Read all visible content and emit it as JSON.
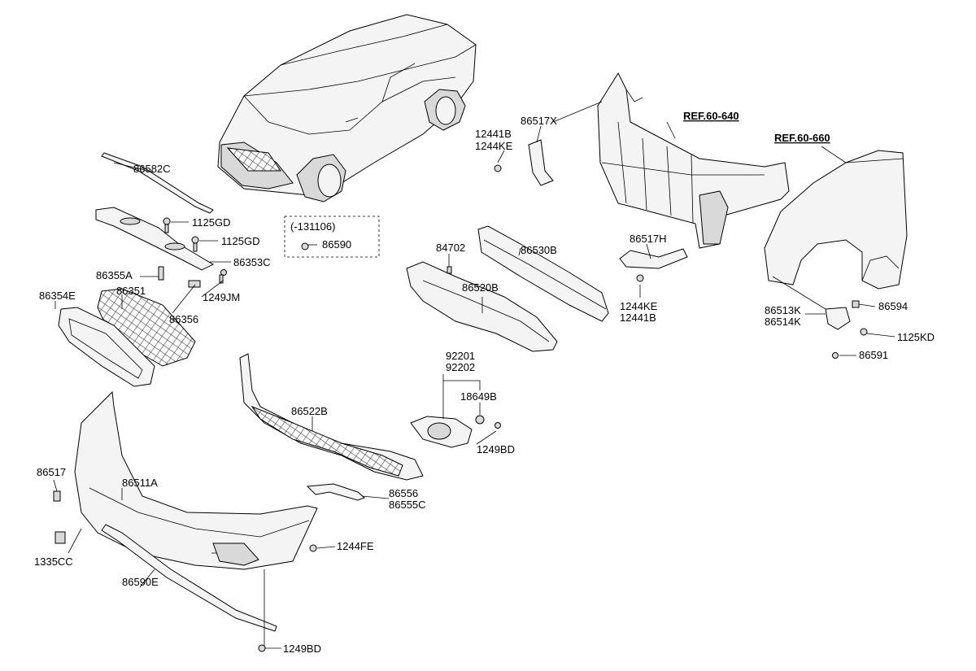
{
  "diagram": {
    "references": [
      {
        "id": "ref-60-640",
        "text": "REF.60-640"
      },
      {
        "id": "ref-60-660",
        "text": "REF.60-660"
      }
    ],
    "callouts": [
      {
        "id": "c86582C",
        "text": "86582C"
      },
      {
        "id": "c1125GD_a",
        "text": "1125GD"
      },
      {
        "id": "c1125GD_b",
        "text": "1125GD"
      },
      {
        "id": "c86353C",
        "text": "86353C"
      },
      {
        "id": "c86355A",
        "text": "86355A"
      },
      {
        "id": "c86351",
        "text": "86351"
      },
      {
        "id": "c86354E",
        "text": "86354E"
      },
      {
        "id": "c1249JM",
        "text": "1249JM"
      },
      {
        "id": "c86356",
        "text": "86356"
      },
      {
        "id": "c131106",
        "text": "(-131106)"
      },
      {
        "id": "c86590",
        "text": "86590"
      },
      {
        "id": "c84702",
        "text": "84702"
      },
      {
        "id": "c86530B",
        "text": "86530B"
      },
      {
        "id": "c86520B",
        "text": "86520B"
      },
      {
        "id": "c12441B_a",
        "text": "12441B"
      },
      {
        "id": "c1244KE_a",
        "text": "1244KE"
      },
      {
        "id": "c86517X",
        "text": "86517X"
      },
      {
        "id": "c86517H",
        "text": "86517H"
      },
      {
        "id": "c1244KE_b",
        "text": "1244KE"
      },
      {
        "id": "c12441B_b",
        "text": "12441B"
      },
      {
        "id": "c86513K",
        "text": "86513K"
      },
      {
        "id": "c86514K",
        "text": "86514K"
      },
      {
        "id": "c86594",
        "text": "86594"
      },
      {
        "id": "c1125KD",
        "text": "1125KD"
      },
      {
        "id": "c86591",
        "text": "86591"
      },
      {
        "id": "c92201",
        "text": "92201"
      },
      {
        "id": "c92202",
        "text": "92202"
      },
      {
        "id": "c18649B",
        "text": "18649B"
      },
      {
        "id": "c1249BD_a",
        "text": "1249BD"
      },
      {
        "id": "c86522B",
        "text": "86522B"
      },
      {
        "id": "c86517",
        "text": "86517"
      },
      {
        "id": "c86511A",
        "text": "86511A"
      },
      {
        "id": "c86556",
        "text": "86556"
      },
      {
        "id": "c86555C",
        "text": "86555C"
      },
      {
        "id": "c1244FE",
        "text": "1244FE"
      },
      {
        "id": "c1335CC",
        "text": "1335CC"
      },
      {
        "id": "c86590E",
        "text": "86590E"
      },
      {
        "id": "c1249BD_b",
        "text": "1249BD"
      }
    ]
  }
}
